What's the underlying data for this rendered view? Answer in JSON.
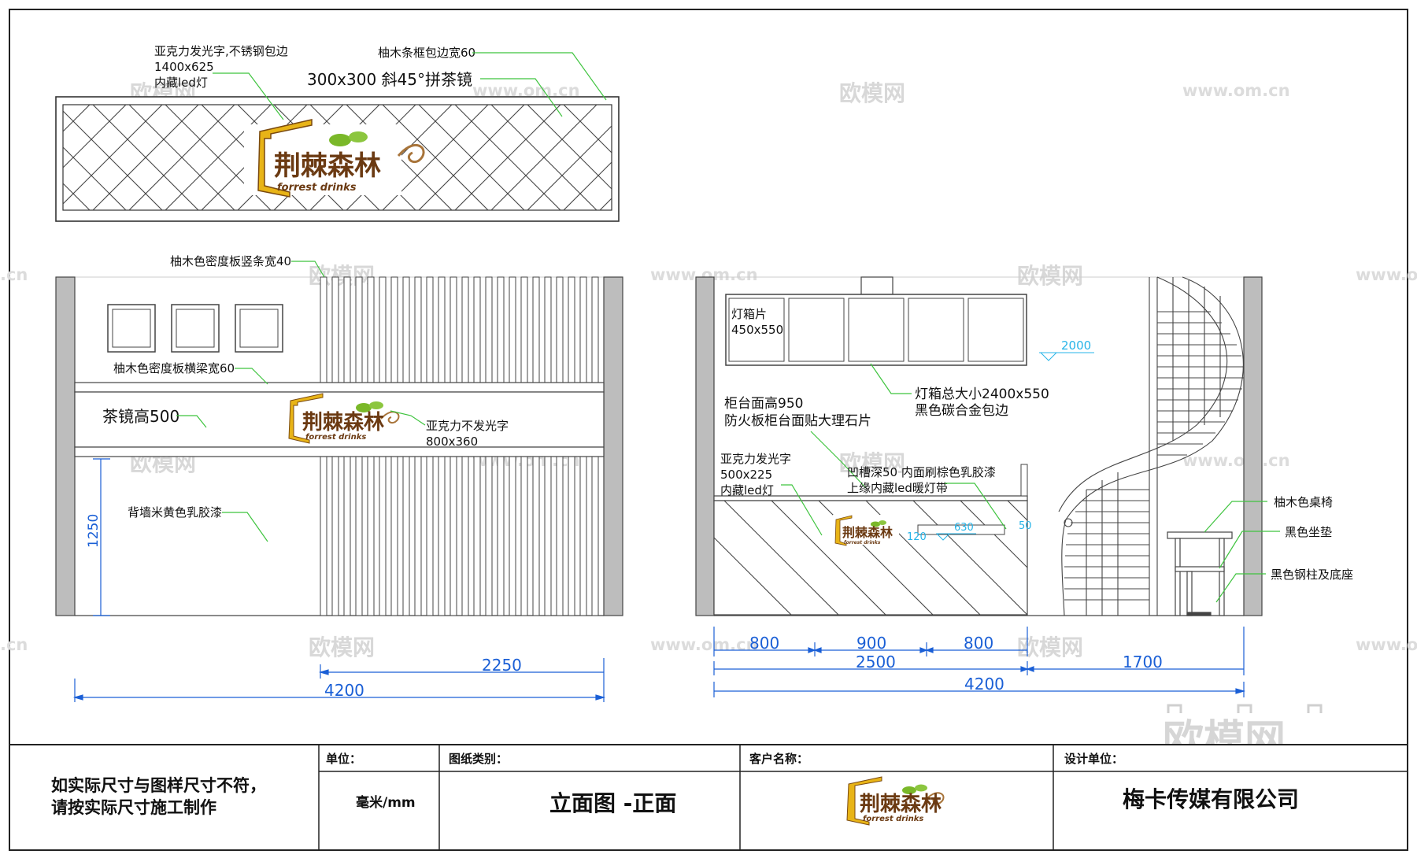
{
  "labels": {
    "sign_acrylic_line1": "亚克力发光字,不锈钢包边",
    "sign_acrylic_line2": "1400x625",
    "sign_acrylic_line3": "内藏led灯",
    "sign_frame": "柚木条框包边宽60",
    "sign_mirror": "300x300  斜45°拼茶镜",
    "wall_slats": "柚木色密度板竖条宽40",
    "wall_beam": "柚木色密度板横梁宽60",
    "tea_mirror_height": "茶镜高500",
    "wall_acrylic_line1": "亚克力不发光字",
    "wall_acrylic_line2": "800x360",
    "wall_paint": "背墙米黄色乳胶漆",
    "lightbox_panel_line1": "灯箱片",
    "lightbox_panel_line2": "450x550",
    "lightbox_total_line1": "灯箱总大小2400x550",
    "lightbox_total_line2": "黑色碳合金包边",
    "counter_height_line1": "柜台面高950",
    "counter_height_line2": "防火板柜台面贴大理石片",
    "counter_acrylic_line1": "亚克力发光字",
    "counter_acrylic_line2": "500x225",
    "counter_acrylic_line3": "内藏led灯",
    "groove_line1": "凹槽深50 内面刷棕色乳胶漆",
    "groove_line2": "上缘内藏led暖灯带",
    "chair": "柚木色桌椅",
    "cushion": "黑色坐垫",
    "steel_base": "黑色钢柱及底座"
  },
  "dimensions": {
    "left_height": "1250",
    "left_right_width": "2250",
    "left_total": "4200",
    "counter_seg1": "800",
    "counter_seg2": "900",
    "counter_seg3": "800",
    "counter_total": "2500",
    "stair_width": "1700",
    "right_total": "4200",
    "level_2000": "2000",
    "small_630": "630",
    "small_120": "120",
    "small_50": "50"
  },
  "logo": {
    "cn": "荆棘森林",
    "en": "forrest drinks"
  },
  "watermarks": {
    "brand": "欧模网",
    "url": "www.om.cn",
    "url_short": ".cn"
  },
  "title_block": {
    "note_line1": "如实际尺寸与图样尺寸不符，",
    "note_line2": "请按实际尺寸施工制作",
    "unit_head": "单位：",
    "unit_val": "毫米/mm",
    "type_head": "图纸类别：",
    "type_val": "立面图 -正面",
    "client_head": "客户名称：",
    "designer_head": "设计单位：",
    "designer_val": "梅卡传媒有限公司"
  },
  "colors": {
    "dimension": "#1a5fd6",
    "leader": "#3fc43f",
    "wall_gray": "#bdbdbd",
    "logo_gold": "#e8b417",
    "logo_brown": "#6b3a12"
  }
}
